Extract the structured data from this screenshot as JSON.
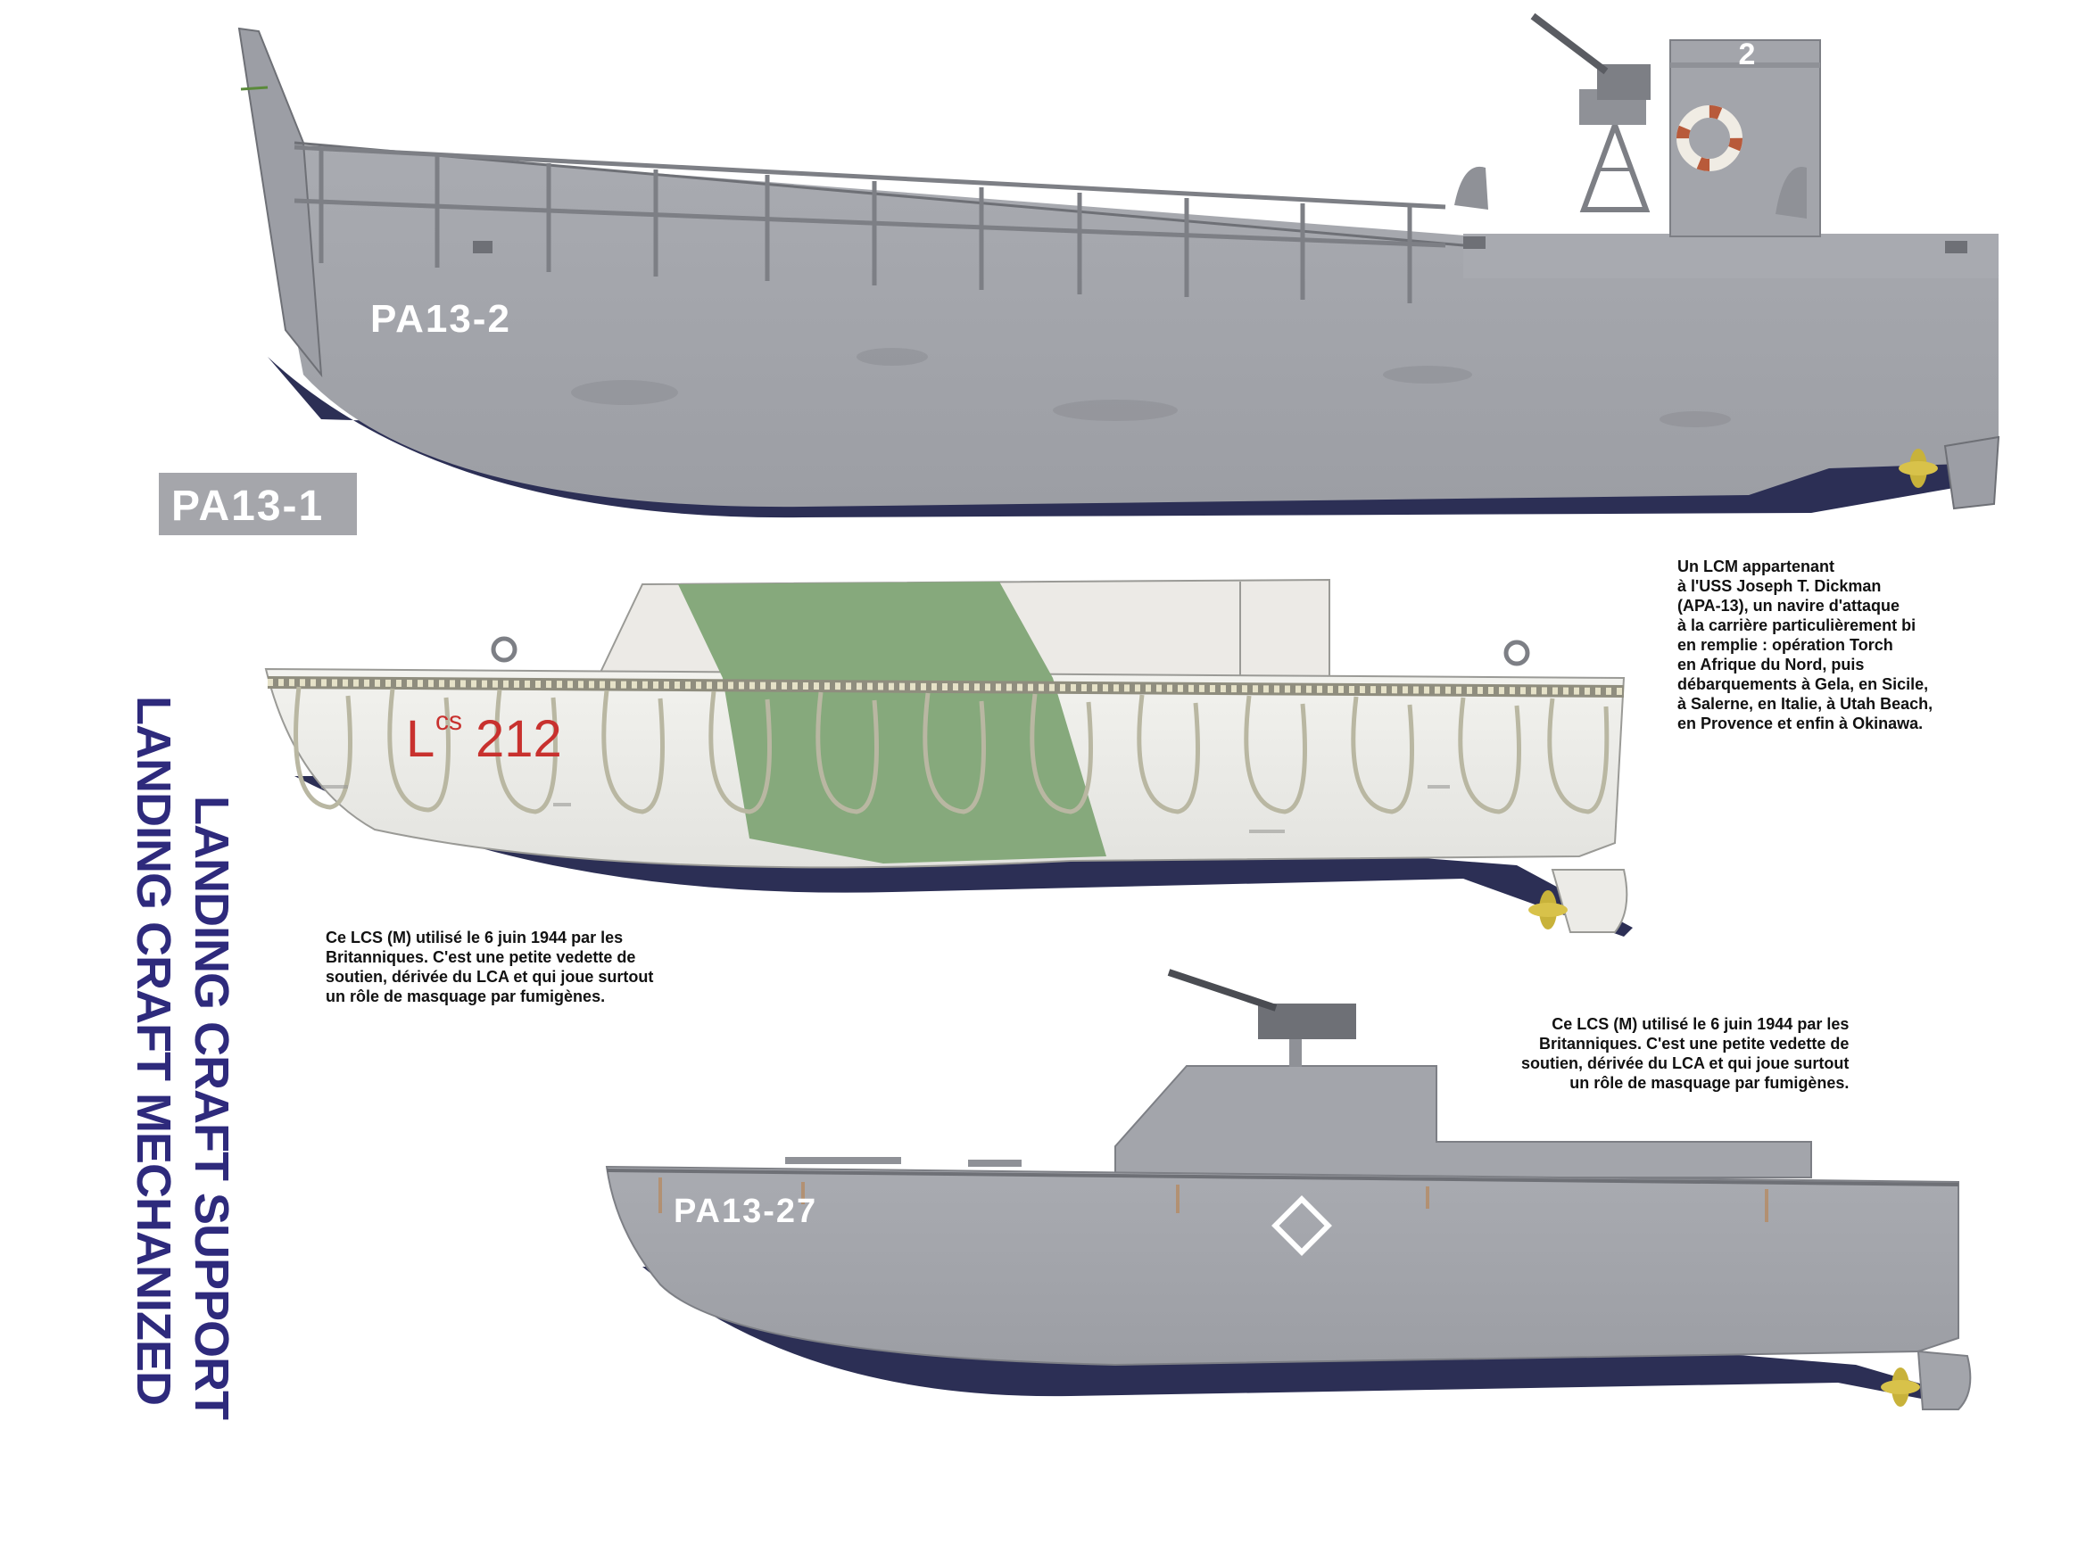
{
  "side_title": {
    "line1": "LANDING CRAFT SUPPORT",
    "line2": "LANDING CRAFT MECHANIZED"
  },
  "badge_label": "PA13-1",
  "boats": {
    "lcm": {
      "hull_marking": "PA13-2",
      "tower_number": "2"
    },
    "lcs": {
      "hull_marking_prefix": "L",
      "hull_marking_super": "cs",
      "hull_marking_number": "212"
    },
    "small": {
      "hull_marking": "PA13-27"
    }
  },
  "captions": {
    "lcm_caption": [
      "Un LCM appartenant",
      "à l'USS Joseph T. Dickman",
      "(APA-13), un navire d'attaque",
      "à la carrière particulièrement bi",
      "en remplie : opération Torch",
      "en Afrique du Nord, puis",
      "débarquements à Gela, en Sicile,",
      "à Salerne, en Italie, à Utah Beach,",
      "en Provence et enfin à Okinawa."
    ],
    "lcs_caption_left": [
      "Ce LCS (M) utilisé le 6 juin 1944 par les",
      "Britanniques. C'est une petite vedette de",
      "soutien, dérivée du LCA et qui joue surtout",
      "un rôle de masquage par fumigènes."
    ],
    "lcs_caption_right": [
      "Ce LCS (M) utilisé le 6 juin 1944 par les",
      "Britanniques. C'est une petite vedette de",
      "soutien, dérivée du LCA et qui joue surtout",
      "un rôle de masquage par fumigènes."
    ]
  },
  "colors": {
    "hull_grey": "#a3a5ab",
    "hull_dark": "#8f9197",
    "keel_navy": "#2c2f55",
    "camo_green": "#86a97c",
    "camo_white": "#eeeeea",
    "marking_red": "#c8312e",
    "title_purple": "#2e2a7c"
  },
  "icons": [
    "machine-gun-icon",
    "life-ring-icon",
    "propeller-icon",
    "diamond-emblem-icon",
    "rope-fender-icon"
  ]
}
